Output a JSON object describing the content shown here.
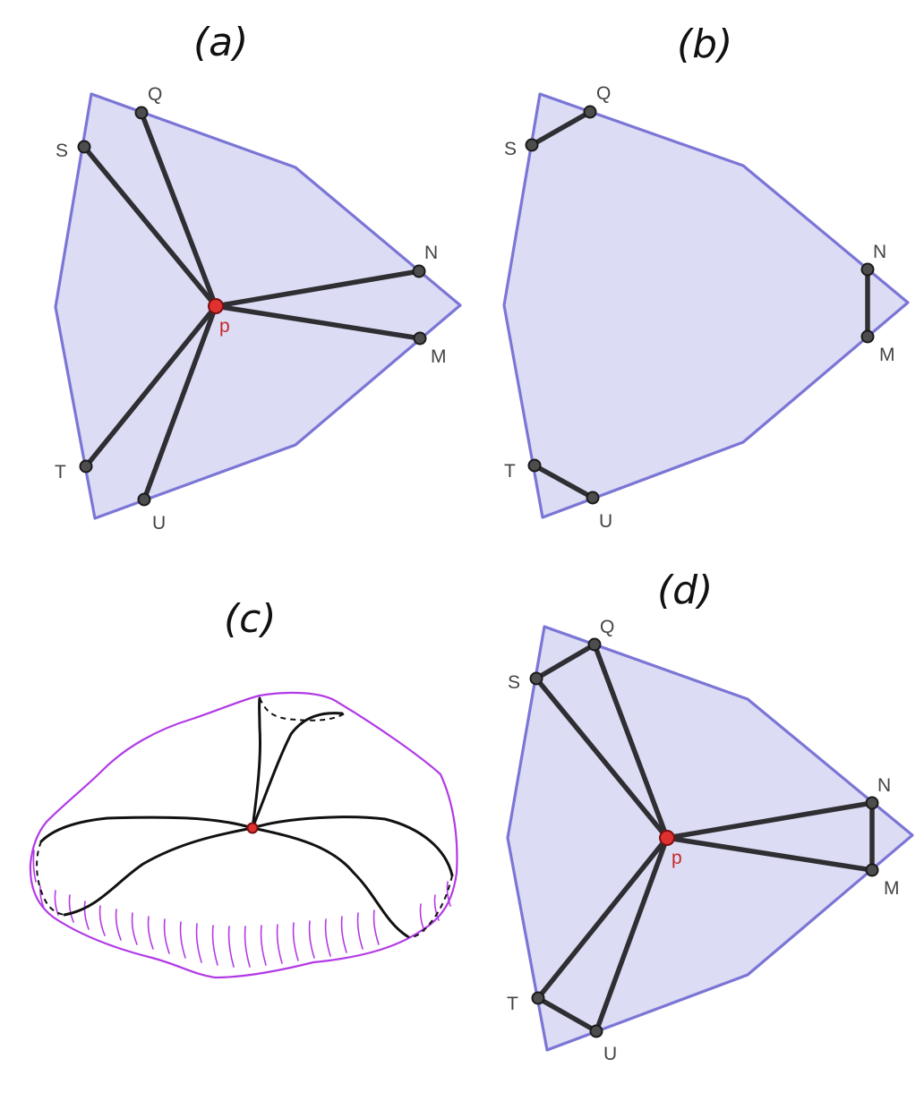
{
  "panels": [
    {
      "id": "a",
      "title": "(a)"
    },
    {
      "id": "b",
      "title": "(b)"
    },
    {
      "id": "c",
      "title": "(c)"
    },
    {
      "id": "d",
      "title": "(d)"
    }
  ],
  "points": {
    "Q": "Q",
    "S": "S",
    "N": "N",
    "M": "M",
    "T": "T",
    "U": "U",
    "p": "p"
  },
  "colors": {
    "polygon_fill": "#dcdcf4",
    "polygon_stroke": "#7b76d6",
    "edge": "#2e2e33",
    "center_point": "#e03131",
    "sketch_outline": "#b23ae6"
  }
}
